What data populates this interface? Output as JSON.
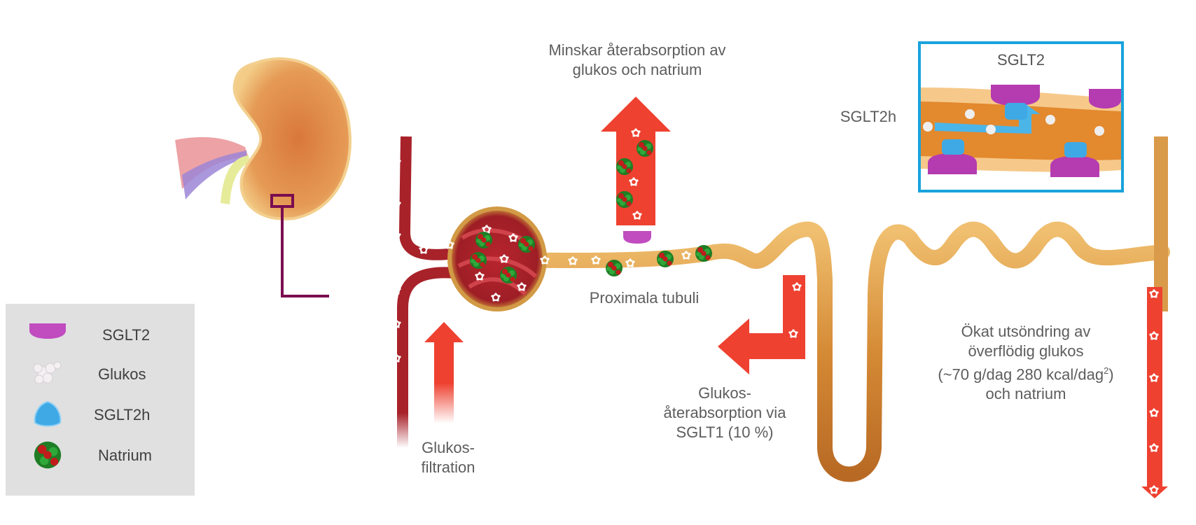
{
  "diagram": {
    "title_arrow_up": "Minskar återabsorption av glukos och natrium",
    "title_arrow_up_lines": [
      "Minskar återabsorption av",
      "glukos och natrium"
    ],
    "sglt2h_label": "SGLT2h",
    "inset": {
      "title": "SGLT2"
    },
    "proximal_label": "Proximala tubuli",
    "filtration_lines": [
      "Glukos-",
      "filtration"
    ],
    "sglt1_lines": [
      "Glukos-",
      "återabsorption via",
      "SGLT1 (10 %)"
    ],
    "excretion_lines": [
      "Ökat utsöndring av",
      "överflödig glukos",
      "(~70 g/dag 280 kcal/dag",
      "och natrium"
    ],
    "excretion_superscript": "2",
    "excretion_close": ")"
  },
  "legend": {
    "items": [
      {
        "icon": "sglt2-protein-icon",
        "label": "SGLT2"
      },
      {
        "icon": "glucose-molecule-icon",
        "label": "Glukos"
      },
      {
        "icon": "sglt2-inhibitor-icon",
        "label": "SGLT2h"
      },
      {
        "icon": "sodium-molecule-icon",
        "label": "Natrium"
      }
    ]
  },
  "colors": {
    "arrow_red": "#ee4130",
    "tubule": "#d9953f",
    "vessel": "#a8222a",
    "inset_border": "#19a3dc",
    "marker": "#7a0d4f",
    "sglt2": "#b53bb0",
    "inhibitor": "#3fa9e6",
    "legend_bg": "#e0e0e0"
  }
}
